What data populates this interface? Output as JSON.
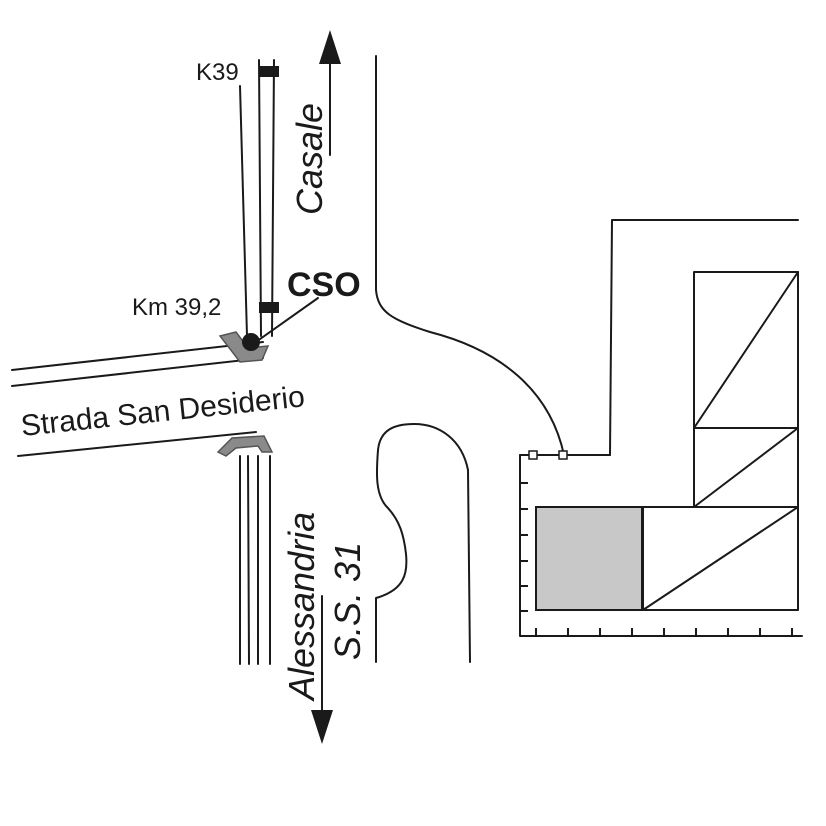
{
  "labels": {
    "km_top": "K39",
    "km_station": "Km 39,2",
    "station_code": "CSO",
    "cross_road": "Strada San Desiderio",
    "dir_north": "Casale",
    "dir_south": "Alessandria",
    "route_south": "S.S. 31"
  },
  "colors": {
    "line": "#1a1a1a",
    "island": "#8a8a8a",
    "shaded_block": "#c8c8c8"
  },
  "icons": {
    "arrow_north": "arrow-up-icon",
    "arrow_south": "arrow-down-icon",
    "station_marker": "filled-circle-icon"
  }
}
